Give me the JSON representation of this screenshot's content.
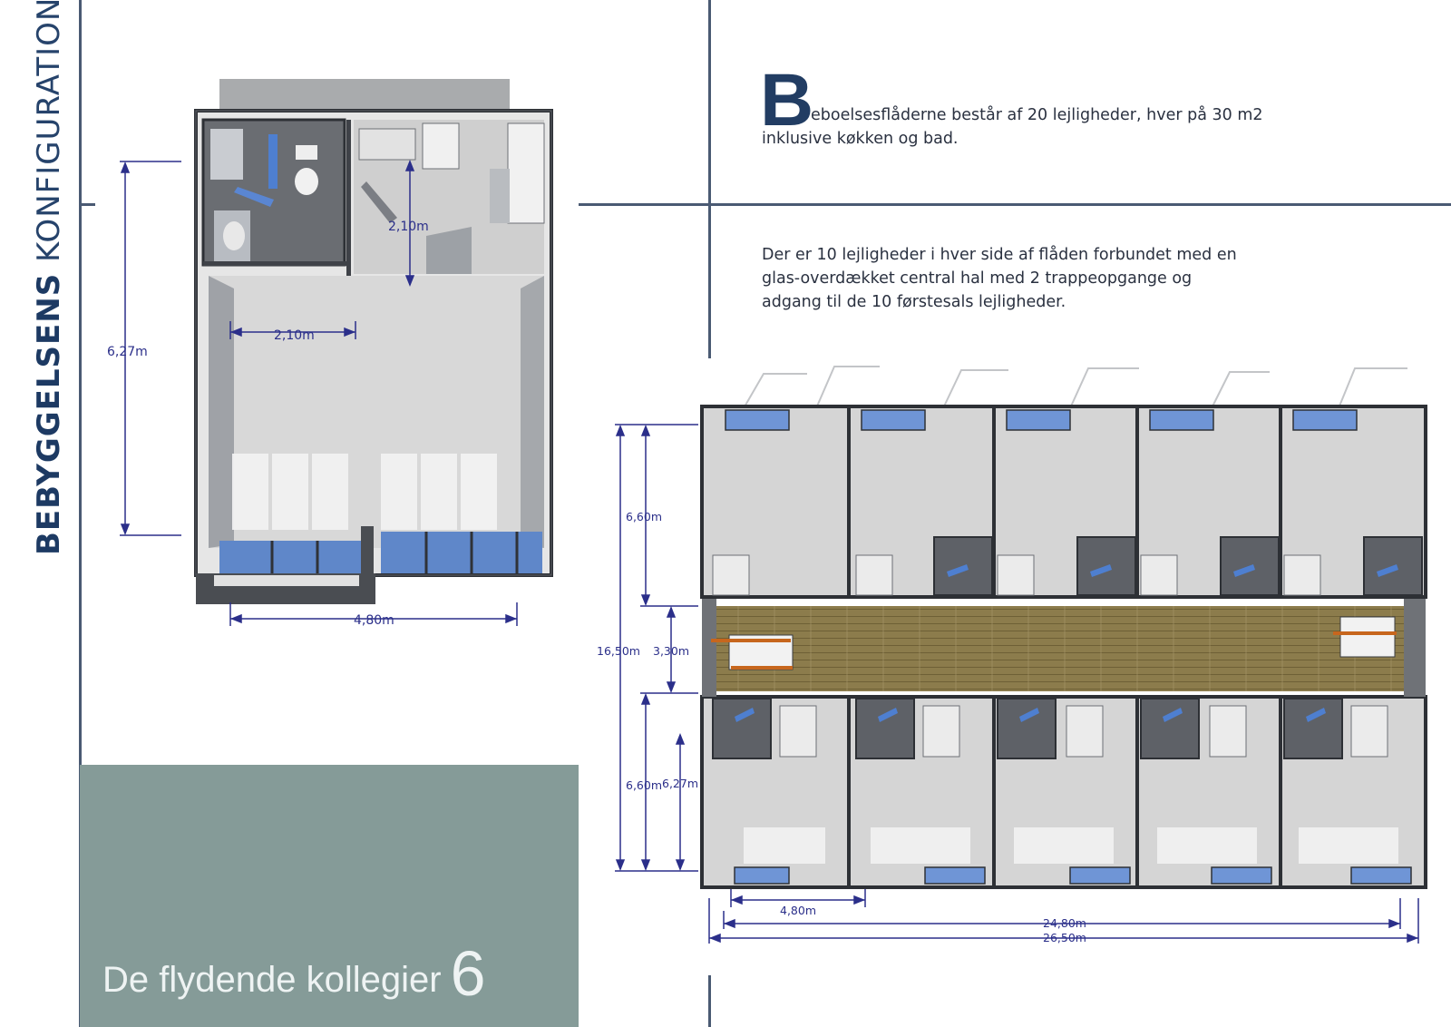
{
  "side_title": {
    "bold": "BEBYGGELSENS",
    "light": "KONFIGURATION"
  },
  "footer": {
    "title": "De flydende kollegier",
    "page_number": "6"
  },
  "intro": {
    "dropcap": "B",
    "line1": "eboelsesflåderne består af 20 lejligheder, hver på 30 m2",
    "line2": "inklusive køkken og bad."
  },
  "description": {
    "line1": "Der er 10 lejligheder i hver side af flåden forbundet med en",
    "line2": "glas-overdækket central hal med 2 trappeopgange og",
    "line3": "adgang til de 10 førstesals lejligheder."
  },
  "unit_plan_dimensions": {
    "height": "6,27m",
    "bath_depth": "2,10m",
    "bath_width": "2,10m",
    "width": "4,80m"
  },
  "raft_plan_dimensions": {
    "total_depth": "16,50m",
    "top_row_depth": "6,60m",
    "hall_width": "3,30m",
    "bottom_row_depth": "6,60m",
    "unit_depth": "6,27m",
    "unit_width": "4,80m",
    "inner_length": "24,80m",
    "total_length": "26,50m"
  },
  "colors": {
    "rule": "#4a5a73",
    "dimension": "#2b2f8a",
    "panel": "#859b98",
    "floor": "#d6d6d6",
    "wall": "#3c3f44",
    "glass": "#6f95d6",
    "deck": "#8a7a4a"
  }
}
